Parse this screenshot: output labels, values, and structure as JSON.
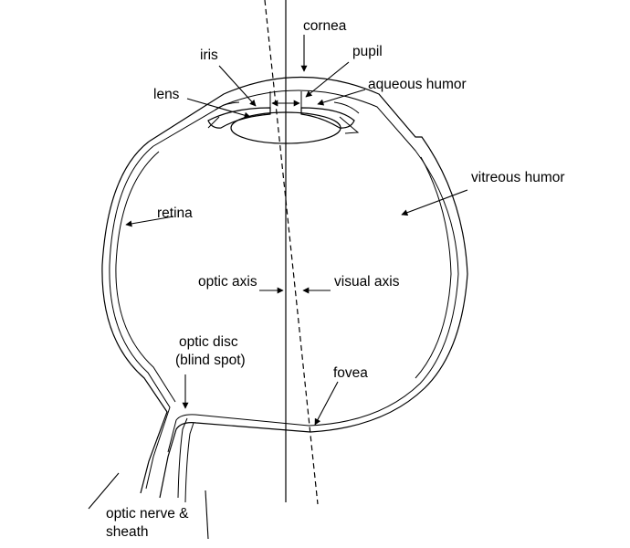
{
  "labels": {
    "cornea": "cornea",
    "pupil": "pupil",
    "iris": "iris",
    "aqueous_humor": "aqueous humor",
    "lens": "lens",
    "vitreous_humor": "vitreous humor",
    "retina": "retina",
    "optic_axis": "optic axis",
    "visual_axis": "visual axis",
    "optic_disc_line1": "optic disc",
    "optic_disc_line2": "(blind spot)",
    "fovea": "fovea",
    "optic_nerve_line1": "optic nerve &",
    "optic_nerve_line2": "sheath"
  }
}
